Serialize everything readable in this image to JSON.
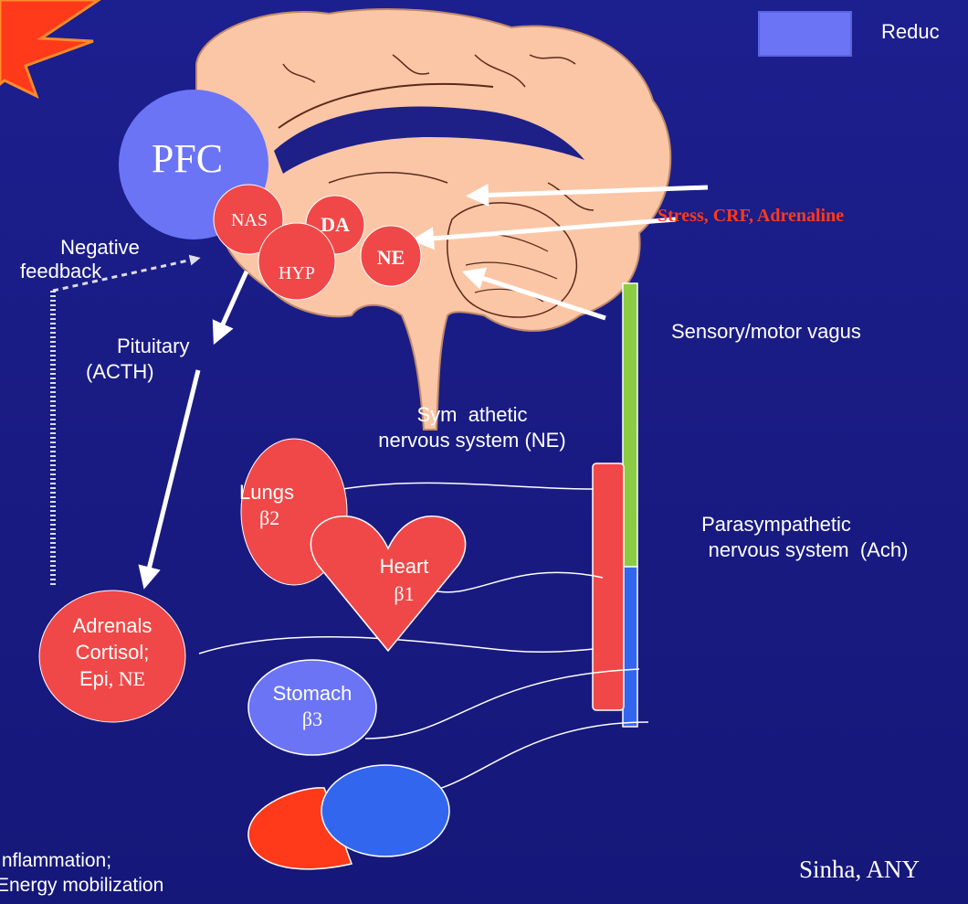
{
  "legend": {
    "label": "Reduc",
    "color": "#6b74f5"
  },
  "brain": {
    "pfc": "PFC",
    "nas": "NAS",
    "da": "DA",
    "hyp": "HYP",
    "ne": "NE"
  },
  "stress_label": "Stress, CRF, Adrenaline",
  "negative_feedback": [
    "Negative",
    "feedback"
  ],
  "pituitary": [
    "Pituitary",
    "(ACTH)"
  ],
  "sensory_label": "Sensory/motor  vagus",
  "sympathetic": [
    "Sym  athetic",
    "nervous system (NE)"
  ],
  "parasympathetic": [
    "Parasympathetic",
    "nervous system  (Ach)"
  ],
  "organs": {
    "lungs": [
      "Lungs",
      "β2"
    ],
    "heart": [
      "Heart",
      "β1"
    ],
    "adrenals": [
      "Adrenals",
      "Cortisol;",
      "Epi",
      ", NE"
    ],
    "stomach": [
      "Stomach",
      "β3"
    ]
  },
  "effects": [
    "Inflammation;",
    "Energy mobilization"
  ],
  "citation": "Sinha, ANY",
  "colors": {
    "red": "#f04848",
    "blue_circle": "#6b74f5",
    "green_bar": "#8ccc44",
    "blue_bar": "#3366ee",
    "stress_text": "#ff3a1a",
    "brain_fill": "#fbc6a6",
    "brain_line": "#5a2a1a"
  }
}
